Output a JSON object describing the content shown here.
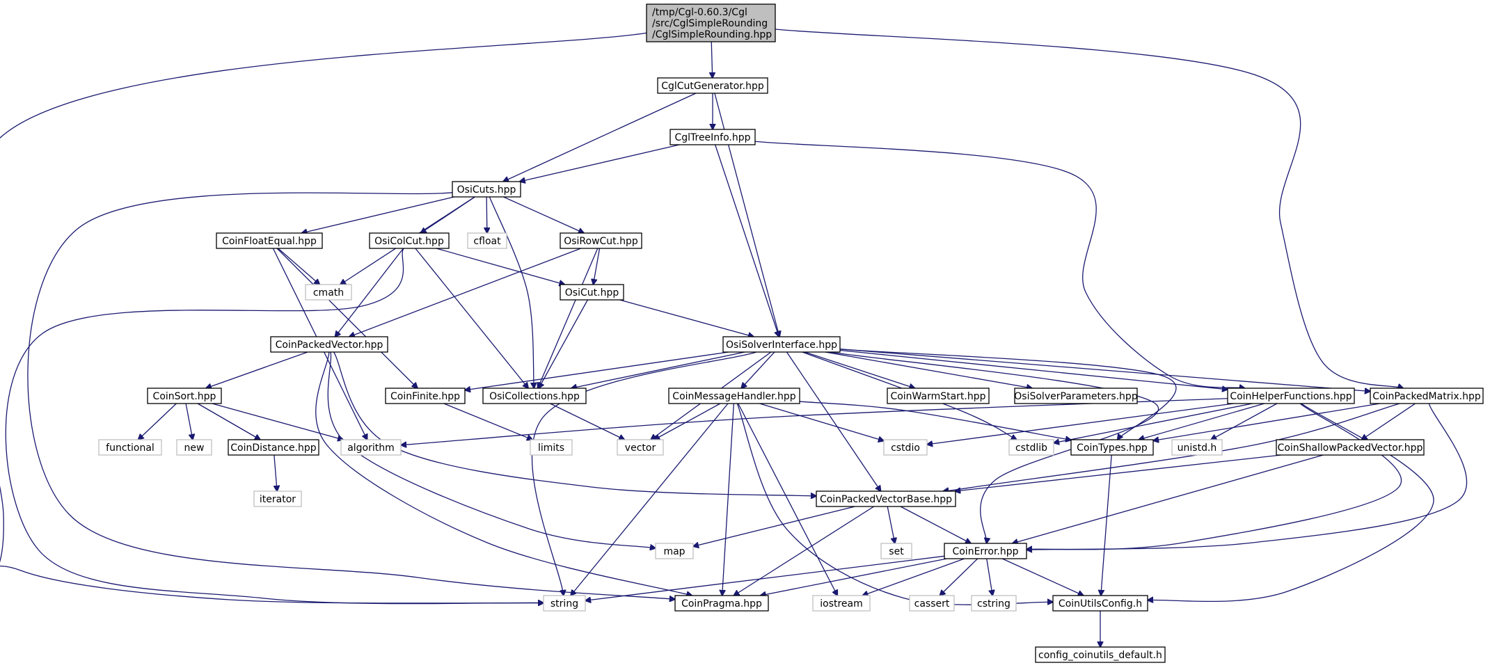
{
  "diagram": {
    "type": "include-dependency-graph",
    "colors": {
      "edge": "#191970",
      "root_fill": "#bfbfbf",
      "node_border": "#000000",
      "system_border": "#bfbfbf"
    },
    "nodes": [
      {
        "id": "root",
        "lines": [
          "/tmp/Cgl-0.60.3/Cgl",
          "/src/CglSimpleRounding",
          "/CglSimpleRounding.hpp"
        ],
        "kind": "root"
      },
      {
        "id": "CglCutGenerator",
        "lines": [
          "CglCutGenerator.hpp"
        ],
        "kind": "file"
      },
      {
        "id": "CglTreeInfo",
        "lines": [
          "CglTreeInfo.hpp"
        ],
        "kind": "file"
      },
      {
        "id": "OsiCuts",
        "lines": [
          "OsiCuts.hpp"
        ],
        "kind": "file"
      },
      {
        "id": "CoinFloatEqual",
        "lines": [
          "CoinFloatEqual.hpp"
        ],
        "kind": "file"
      },
      {
        "id": "OsiColCut",
        "lines": [
          "OsiColCut.hpp"
        ],
        "kind": "file"
      },
      {
        "id": "cfloat",
        "lines": [
          "cfloat"
        ],
        "kind": "system"
      },
      {
        "id": "OsiRowCut",
        "lines": [
          "OsiRowCut.hpp"
        ],
        "kind": "file"
      },
      {
        "id": "cmath",
        "lines": [
          "cmath"
        ],
        "kind": "system"
      },
      {
        "id": "OsiCut",
        "lines": [
          "OsiCut.hpp"
        ],
        "kind": "file"
      },
      {
        "id": "CoinPackedVector",
        "lines": [
          "CoinPackedVector.hpp"
        ],
        "kind": "file"
      },
      {
        "id": "OsiSolverInterface",
        "lines": [
          "OsiSolverInterface.hpp"
        ],
        "kind": "file"
      },
      {
        "id": "CoinSort",
        "lines": [
          "CoinSort.hpp"
        ],
        "kind": "file"
      },
      {
        "id": "CoinFinite",
        "lines": [
          "CoinFinite.hpp"
        ],
        "kind": "file"
      },
      {
        "id": "OsiCollections",
        "lines": [
          "OsiCollections.hpp"
        ],
        "kind": "file"
      },
      {
        "id": "CoinMessageHandler",
        "lines": [
          "CoinMessageHandler.hpp"
        ],
        "kind": "file"
      },
      {
        "id": "CoinWarmStart",
        "lines": [
          "CoinWarmStart.hpp"
        ],
        "kind": "file"
      },
      {
        "id": "OsiSolverParameters",
        "lines": [
          "OsiSolverParameters.hpp"
        ],
        "kind": "file"
      },
      {
        "id": "CoinHelperFunctions",
        "lines": [
          "CoinHelperFunctions.hpp"
        ],
        "kind": "file"
      },
      {
        "id": "CoinPackedMatrix",
        "lines": [
          "CoinPackedMatrix.hpp"
        ],
        "kind": "file"
      },
      {
        "id": "functional",
        "lines": [
          "functional"
        ],
        "kind": "system"
      },
      {
        "id": "new",
        "lines": [
          "new"
        ],
        "kind": "system"
      },
      {
        "id": "CoinDistance",
        "lines": [
          "CoinDistance.hpp"
        ],
        "kind": "file"
      },
      {
        "id": "algorithm",
        "lines": [
          "algorithm"
        ],
        "kind": "system"
      },
      {
        "id": "limits",
        "lines": [
          "limits"
        ],
        "kind": "system"
      },
      {
        "id": "vector",
        "lines": [
          "vector"
        ],
        "kind": "system"
      },
      {
        "id": "cstdio",
        "lines": [
          "cstdio"
        ],
        "kind": "system"
      },
      {
        "id": "cstdlib",
        "lines": [
          "cstdlib"
        ],
        "kind": "system"
      },
      {
        "id": "CoinTypes",
        "lines": [
          "CoinTypes.hpp"
        ],
        "kind": "file"
      },
      {
        "id": "unistd",
        "lines": [
          "unistd.h"
        ],
        "kind": "system"
      },
      {
        "id": "CoinShallowPackedVector",
        "lines": [
          "CoinShallowPackedVector.hpp"
        ],
        "kind": "file"
      },
      {
        "id": "iterator",
        "lines": [
          "iterator"
        ],
        "kind": "system"
      },
      {
        "id": "CoinPackedVectorBase",
        "lines": [
          "CoinPackedVectorBase.hpp"
        ],
        "kind": "file"
      },
      {
        "id": "map",
        "lines": [
          "map"
        ],
        "kind": "system"
      },
      {
        "id": "set",
        "lines": [
          "set"
        ],
        "kind": "system"
      },
      {
        "id": "CoinError",
        "lines": [
          "CoinError.hpp"
        ],
        "kind": "file"
      },
      {
        "id": "string",
        "lines": [
          "string"
        ],
        "kind": "system"
      },
      {
        "id": "CoinPragma",
        "lines": [
          "CoinPragma.hpp"
        ],
        "kind": "file"
      },
      {
        "id": "iostream",
        "lines": [
          "iostream"
        ],
        "kind": "system"
      },
      {
        "id": "cassert",
        "lines": [
          "cassert"
        ],
        "kind": "system"
      },
      {
        "id": "cstring",
        "lines": [
          "cstring"
        ],
        "kind": "system"
      },
      {
        "id": "CoinUtilsConfig",
        "lines": [
          "CoinUtilsConfig.h"
        ],
        "kind": "file"
      },
      {
        "id": "config_coinutils_default",
        "lines": [
          "config_coinutils_default.h"
        ],
        "kind": "file"
      }
    ],
    "edges": [
      {
        "from": "root",
        "to": "CglCutGenerator"
      },
      {
        "from": "root",
        "to": "string"
      },
      {
        "from": "root",
        "to": "CoinPackedMatrix"
      },
      {
        "from": "CglCutGenerator",
        "to": "OsiCuts"
      },
      {
        "from": "CglCutGenerator",
        "to": "CglTreeInfo"
      },
      {
        "from": "CglCutGenerator",
        "to": "OsiSolverInterface"
      },
      {
        "from": "CglTreeInfo",
        "to": "OsiCuts"
      },
      {
        "from": "CglTreeInfo",
        "to": "OsiSolverInterface"
      },
      {
        "from": "CglTreeInfo",
        "to": "CoinHelperFunctions"
      },
      {
        "from": "OsiCuts",
        "to": "CoinFloatEqual"
      },
      {
        "from": "OsiCuts",
        "to": "OsiColCut"
      },
      {
        "from": "OsiCuts",
        "to": "cfloat"
      },
      {
        "from": "OsiCuts",
        "to": "OsiRowCut"
      },
      {
        "from": "OsiCuts",
        "to": "cmath"
      },
      {
        "from": "OsiCuts",
        "to": "OsiCollections"
      },
      {
        "from": "OsiCuts",
        "to": "CoinPragma"
      },
      {
        "from": "CoinFloatEqual",
        "to": "cmath"
      },
      {
        "from": "CoinFloatEqual",
        "to": "algorithm"
      },
      {
        "from": "CoinFloatEqual",
        "to": "CoinFinite"
      },
      {
        "from": "OsiColCut",
        "to": "string"
      },
      {
        "from": "OsiColCut",
        "to": "CoinPackedVector"
      },
      {
        "from": "OsiColCut",
        "to": "OsiCut"
      },
      {
        "from": "OsiColCut",
        "to": "OsiCollections"
      },
      {
        "from": "OsiRowCut",
        "to": "OsiCut"
      },
      {
        "from": "OsiRowCut",
        "to": "CoinPackedVector"
      },
      {
        "from": "OsiRowCut",
        "to": "OsiCollections"
      },
      {
        "from": "OsiCut",
        "to": "OsiCollections"
      },
      {
        "from": "OsiCut",
        "to": "OsiSolverInterface"
      },
      {
        "from": "CoinPackedVector",
        "to": "CoinSort"
      },
      {
        "from": "CoinPackedVector",
        "to": "CoinPackedVectorBase"
      },
      {
        "from": "CoinPackedVector",
        "to": "map"
      },
      {
        "from": "CoinPackedVector",
        "to": "CoinPragma"
      },
      {
        "from": "OsiSolverInterface",
        "to": "CoinFinite"
      },
      {
        "from": "OsiSolverInterface",
        "to": "OsiCollections"
      },
      {
        "from": "OsiSolverInterface",
        "to": "CoinMessageHandler"
      },
      {
        "from": "OsiSolverInterface",
        "to": "CoinWarmStart"
      },
      {
        "from": "OsiSolverInterface",
        "to": "OsiSolverParameters"
      },
      {
        "from": "OsiSolverInterface",
        "to": "CoinHelperFunctions"
      },
      {
        "from": "OsiSolverInterface",
        "to": "CoinPackedMatrix"
      },
      {
        "from": "OsiSolverInterface",
        "to": "string"
      },
      {
        "from": "OsiSolverInterface",
        "to": "vector"
      },
      {
        "from": "OsiSolverInterface",
        "to": "CoinPackedVectorBase"
      },
      {
        "from": "OsiSolverInterface",
        "to": "cstdlib"
      },
      {
        "from": "OsiSolverInterface",
        "to": "CoinTypes"
      },
      {
        "from": "OsiSolverInterface",
        "to": "CoinError"
      },
      {
        "from": "CoinSort",
        "to": "functional"
      },
      {
        "from": "CoinSort",
        "to": "new"
      },
      {
        "from": "CoinSort",
        "to": "CoinDistance"
      },
      {
        "from": "CoinSort",
        "to": "algorithm"
      },
      {
        "from": "CoinDistance",
        "to": "iterator"
      },
      {
        "from": "CoinFinite",
        "to": "limits"
      },
      {
        "from": "OsiCollections",
        "to": "vector"
      },
      {
        "from": "CoinMessageHandler",
        "to": "vector"
      },
      {
        "from": "CoinMessageHandler",
        "to": "cstdio"
      },
      {
        "from": "CoinMessageHandler",
        "to": "CoinTypes"
      },
      {
        "from": "CoinMessageHandler",
        "to": "string"
      },
      {
        "from": "CoinMessageHandler",
        "to": "CoinPragma"
      },
      {
        "from": "CoinMessageHandler",
        "to": "iostream"
      },
      {
        "from": "CoinMessageHandler",
        "to": "CoinUtilsConfig"
      },
      {
        "from": "CoinHelperFunctions",
        "to": "algorithm"
      },
      {
        "from": "CoinHelperFunctions",
        "to": "cstdio"
      },
      {
        "from": "CoinHelperFunctions",
        "to": "cstdlib"
      },
      {
        "from": "CoinHelperFunctions",
        "to": "CoinTypes"
      },
      {
        "from": "CoinHelperFunctions",
        "to": "unistd"
      },
      {
        "from": "CoinHelperFunctions",
        "to": "CoinError"
      },
      {
        "from": "CoinHelperFunctions",
        "to": "CoinUtilsConfig"
      },
      {
        "from": "CoinPackedMatrix",
        "to": "CoinTypes"
      },
      {
        "from": "CoinPackedMatrix",
        "to": "CoinShallowPackedVector"
      },
      {
        "from": "CoinPackedMatrix",
        "to": "CoinPackedVectorBase"
      },
      {
        "from": "CoinPackedMatrix",
        "to": "CoinError"
      },
      {
        "from": "CoinShallowPackedVector",
        "to": "CoinPackedVectorBase"
      },
      {
        "from": "CoinShallowPackedVector",
        "to": "CoinError"
      },
      {
        "from": "CoinTypes",
        "to": "CoinUtilsConfig"
      },
      {
        "from": "CoinPackedVectorBase",
        "to": "map"
      },
      {
        "from": "CoinPackedVectorBase",
        "to": "set"
      },
      {
        "from": "CoinPackedVectorBase",
        "to": "CoinError"
      },
      {
        "from": "CoinPackedVectorBase",
        "to": "CoinPragma"
      },
      {
        "from": "CoinError",
        "to": "string"
      },
      {
        "from": "CoinError",
        "to": "CoinPragma"
      },
      {
        "from": "CoinError",
        "to": "iostream"
      },
      {
        "from": "CoinError",
        "to": "cassert"
      },
      {
        "from": "CoinError",
        "to": "cstring"
      },
      {
        "from": "CoinError",
        "to": "CoinUtilsConfig"
      },
      {
        "from": "CoinUtilsConfig",
        "to": "config_coinutils_default"
      }
    ]
  }
}
